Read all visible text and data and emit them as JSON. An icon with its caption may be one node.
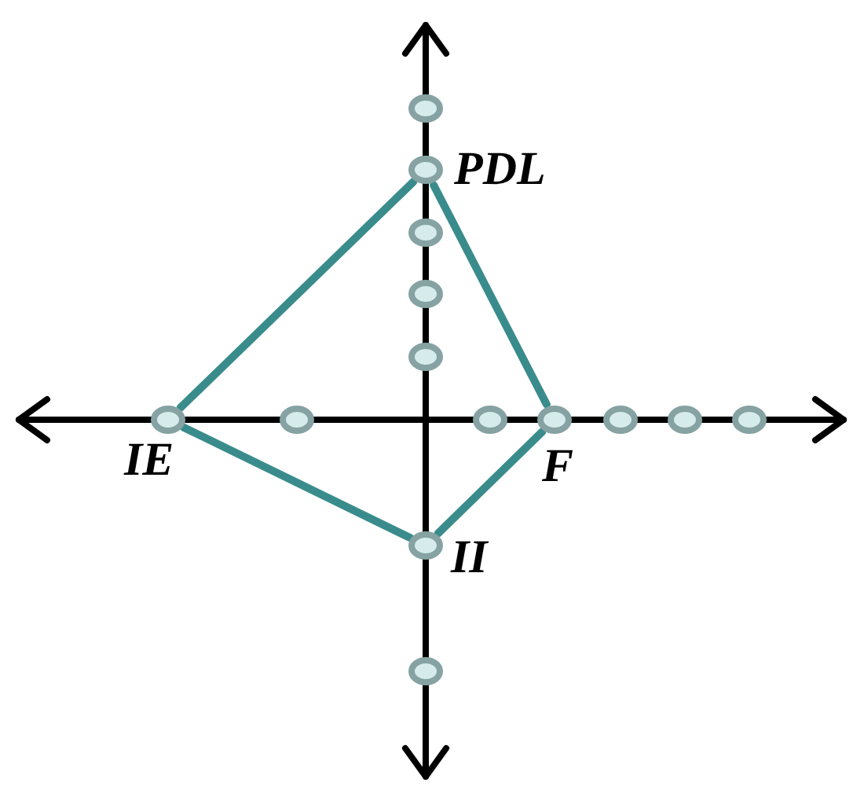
{
  "diagram": {
    "nodes": [
      {
        "text": [],
        "shape": "circle"
      },
      {
        "text": [
          "PDL"
        ]
      },
      {
        "text": [],
        "shape": "circle"
      },
      {
        "text": [],
        "shape": "circle"
      },
      {
        "text": [],
        "shape": "circle"
      },
      {
        "text": [
          "IE"
        ]
      },
      {
        "text": [],
        "shape": "circle"
      },
      {
        "text": [],
        "shape": "circle"
      },
      {
        "text": [
          "F"
        ]
      },
      {
        "text": [],
        "shape": "circle"
      },
      {
        "text": [],
        "shape": "circle"
      },
      {
        "text": [],
        "shape": "circle"
      },
      {
        "text": [
          "II"
        ]
      },
      {
        "text": [],
        "shape": "circle"
      }
    ],
    "edges": [
      {
        "from": 5,
        "to": 1,
        "arrow": "none"
      },
      {
        "from": 1,
        "to": 8,
        "arrow": "none"
      },
      {
        "from": 8,
        "to": 12,
        "arrow": "none"
      },
      {
        "from": 12,
        "to": 5,
        "arrow": "none"
      }
    ]
  }
}
